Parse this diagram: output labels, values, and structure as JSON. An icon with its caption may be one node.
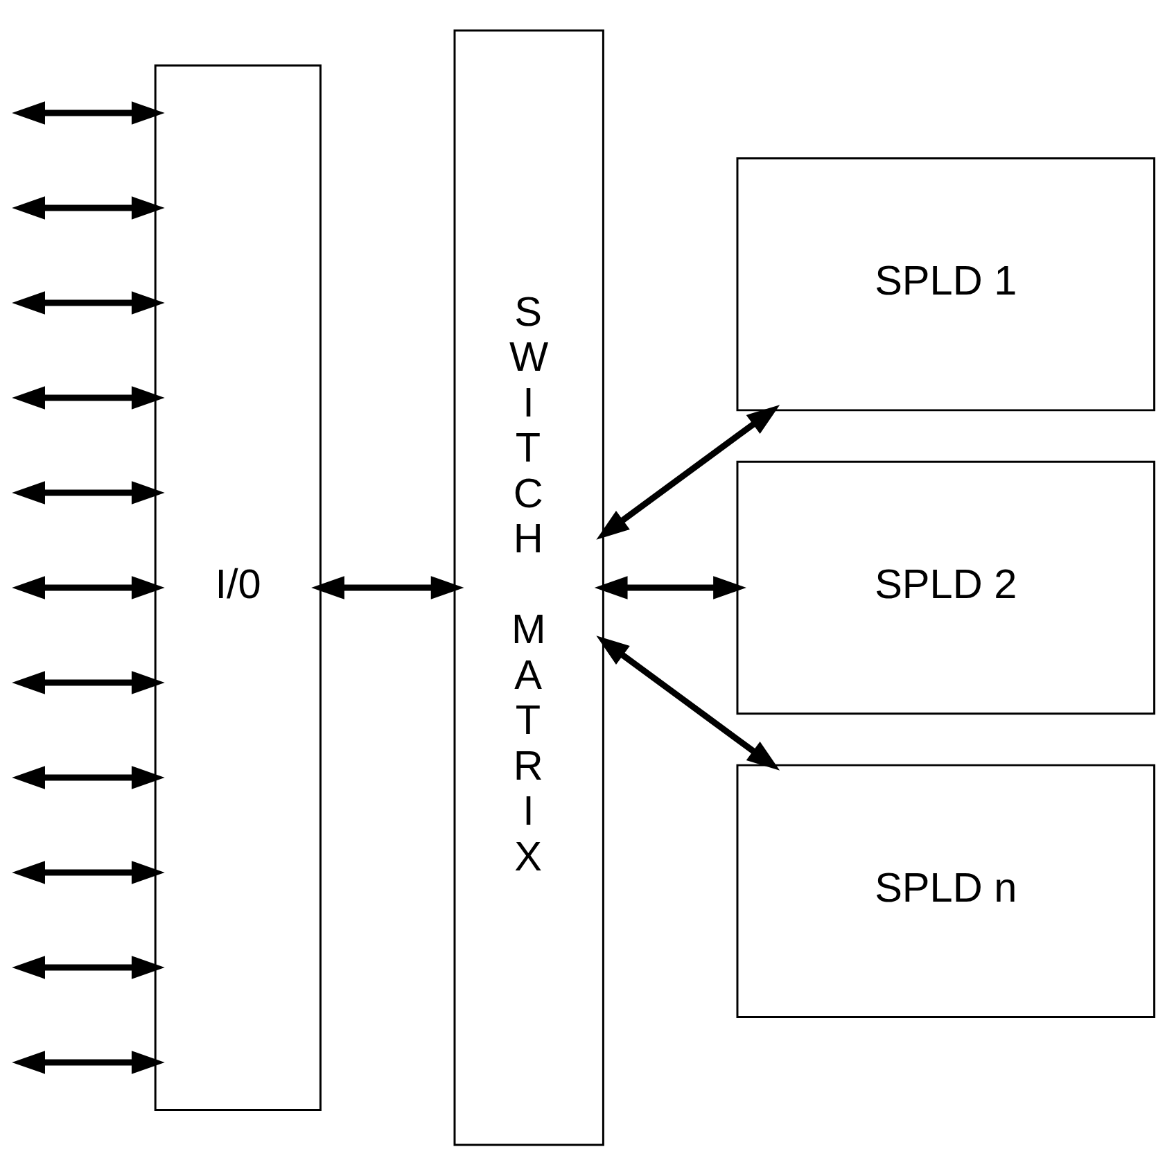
{
  "diagram": {
    "nodes": [
      {
        "text": [
          "I/0"
        ]
      },
      {
        "text": [
          "SWITCH MATRIX"
        ]
      },
      {
        "text": [
          "SPLD 1"
        ]
      },
      {
        "text": [
          "SPLD 2"
        ]
      },
      {
        "text": [
          "SPLD n"
        ]
      }
    ],
    "edges": [
      {
        "from": null,
        "to": 0,
        "arrow": "both"
      },
      {
        "from": null,
        "to": 0,
        "arrow": "both"
      },
      {
        "from": null,
        "to": 0,
        "arrow": "both"
      },
      {
        "from": null,
        "to": 0,
        "arrow": "both"
      },
      {
        "from": null,
        "to": 0,
        "arrow": "both"
      },
      {
        "from": null,
        "to": 0,
        "arrow": "both"
      },
      {
        "from": null,
        "to": 0,
        "arrow": "both"
      },
      {
        "from": null,
        "to": 0,
        "arrow": "both"
      },
      {
        "from": null,
        "to": 0,
        "arrow": "both"
      },
      {
        "from": null,
        "to": 0,
        "arrow": "both"
      },
      {
        "from": null,
        "to": 0,
        "arrow": "both"
      },
      {
        "from": 0,
        "to": 1,
        "arrow": "both"
      },
      {
        "from": 1,
        "to": 2,
        "arrow": "both"
      },
      {
        "from": 1,
        "to": 3,
        "arrow": "both"
      },
      {
        "from": 1,
        "to": 4,
        "arrow": "both"
      }
    ]
  }
}
